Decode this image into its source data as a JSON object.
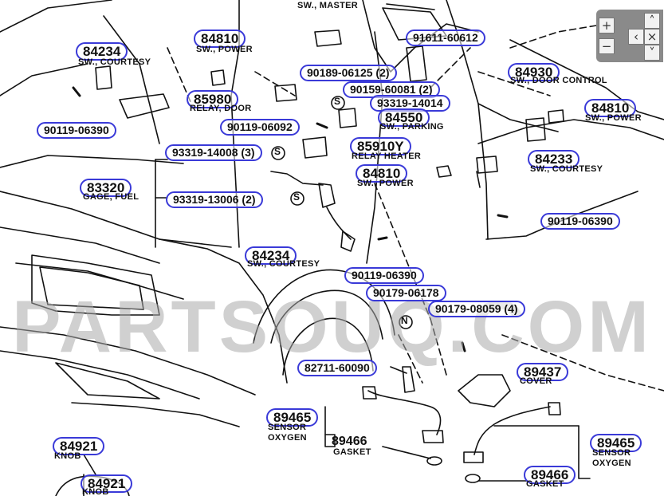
{
  "labels": {
    "sw_master": "SW., MASTER",
    "p84234_a": "84234",
    "d84234_a": "SW., COURTESY",
    "p84810_a": "84810",
    "d84810_a": "SW., POWER",
    "p91611": "91611-60612",
    "p90189": "90189-06125 (2)",
    "p90159": "90159-60081 (2)",
    "p93319_14014": "93319-14014",
    "p84930": "84930",
    "d84930": "SW., DOOR CONTROL",
    "p84810_b": "84810",
    "d84810_b": "SW., POWER",
    "p85980": "85980",
    "d85980": "RELAY, DOOR",
    "p90119_a": "90119-06390",
    "p90119_06092": "90119-06092",
    "p84550": "84550",
    "d84550": "SW., PARKING",
    "p93319_14008": "93319-14008 (3)",
    "p85910": "85910Y",
    "d85910": "RELAY HEATER",
    "p84233": "84233",
    "d84233": "SW., COURTESY",
    "p83320": "83320",
    "d83320": "GAGE, FUEL",
    "p84810_c": "84810",
    "d84810_c": "SW., POWER",
    "p93319_13006": "93319-13006 (2)",
    "p90119_b": "90119-06390",
    "p84234_b": "84234",
    "d84234_b": "SW., COURTESY",
    "p90119_c": "90119-06390",
    "p90179_06178": "90179-06178",
    "p90179_08059": "90179-08059 (4)",
    "p82711": "82711-60090",
    "p89437": "89437",
    "d89437": "COVER",
    "p89465_a": "89465",
    "d89465_a1": "SENSOR",
    "d89465_a2": "OXYGEN",
    "p89466_a": "89466",
    "d89466_a": "GASKET",
    "p89465_b": "89465",
    "d89465_b1": "SENSOR",
    "d89465_b2": "OXYGEN",
    "p89466_b": "89466",
    "d89466_b": "GASKET",
    "p84921_a": "84921",
    "d84921_a": "KNOB",
    "p84921_b": "84921",
    "d84921_b": "KNOB",
    "sym_s": "S",
    "sym_n": "N"
  },
  "watermark": "PARTSOUQ.COM",
  "zoom_controls": {
    "plus": "+",
    "minus": "−",
    "up": "˄",
    "down": "˅",
    "left": "‹",
    "close": "×"
  },
  "colors": {
    "callout_border": "#3a3ad8",
    "ink": "#111111"
  }
}
